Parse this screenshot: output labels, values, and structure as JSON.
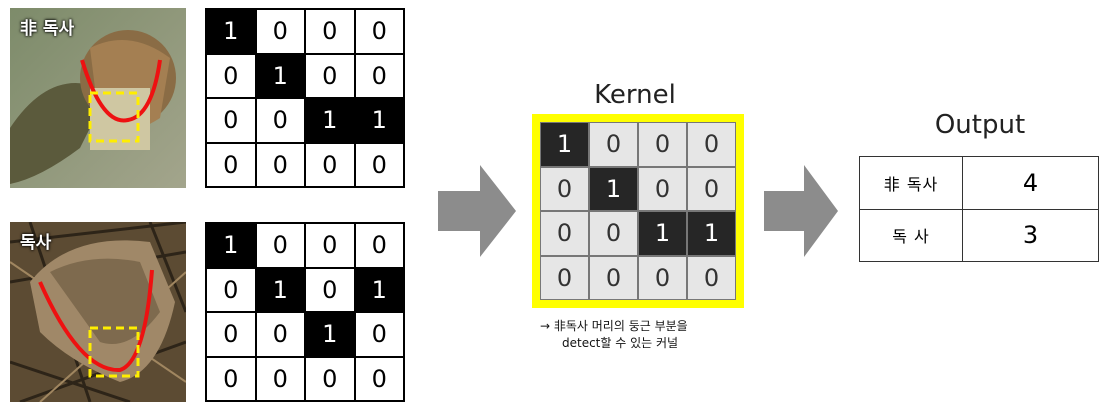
{
  "examples": [
    {
      "label": "非 독사",
      "grid": [
        [
          1,
          0,
          0,
          0
        ],
        [
          0,
          1,
          0,
          0
        ],
        [
          0,
          0,
          1,
          1
        ],
        [
          0,
          0,
          0,
          0
        ]
      ]
    },
    {
      "label": "독사",
      "grid": [
        [
          1,
          0,
          0,
          0
        ],
        [
          0,
          1,
          0,
          1
        ],
        [
          0,
          0,
          1,
          0
        ],
        [
          0,
          0,
          0,
          0
        ]
      ]
    }
  ],
  "kernel": {
    "title": "Kernel",
    "grid": [
      [
        1,
        0,
        0,
        0
      ],
      [
        0,
        1,
        0,
        0
      ],
      [
        0,
        0,
        1,
        1
      ],
      [
        0,
        0,
        0,
        0
      ]
    ],
    "note_line1": "→ 非독사 머리의 둥근 부분을",
    "note_line2": "detect할 수 있는 커널"
  },
  "output": {
    "title": "Output",
    "rows": [
      {
        "name": "非 독사",
        "value": "4"
      },
      {
        "name": "독   사",
        "value": "3"
      }
    ]
  },
  "colors": {
    "highlight": "#ffff00",
    "curve": "#ee1111",
    "box": "#ffee00",
    "arrow": "#8c8c8c"
  }
}
